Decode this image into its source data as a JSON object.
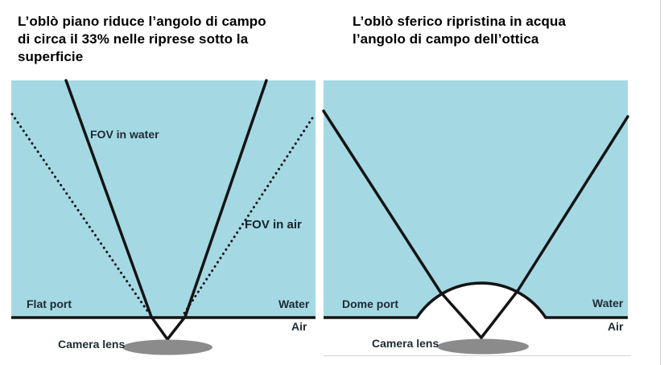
{
  "colors": {
    "water_fill": "#a4d9e4",
    "line_color": "#141414",
    "lens_fill": "#8b8b8b",
    "label_color": "#1e2a32",
    "title_color": "#000000",
    "frame_line": "#cfcfcf"
  },
  "left_panel": {
    "title_lines": [
      "L’oblò piano riduce l’angolo di campo",
      "di circa il 33% nelle riprese sotto la",
      "superficie"
    ],
    "labels": {
      "fov_water": "FOV in water",
      "fov_air": "FOV in air",
      "port": "Flat port",
      "water": "Water",
      "air": "Air",
      "lens": "Camera lens"
    }
  },
  "right_panel": {
    "title_lines": [
      "L’oblò sferico ripristina in acqua",
      "l’angolo di campo dell’ottica"
    ],
    "labels": {
      "port": "Dome port",
      "water": "Water",
      "air": "Air",
      "lens": "Camera lens"
    }
  }
}
